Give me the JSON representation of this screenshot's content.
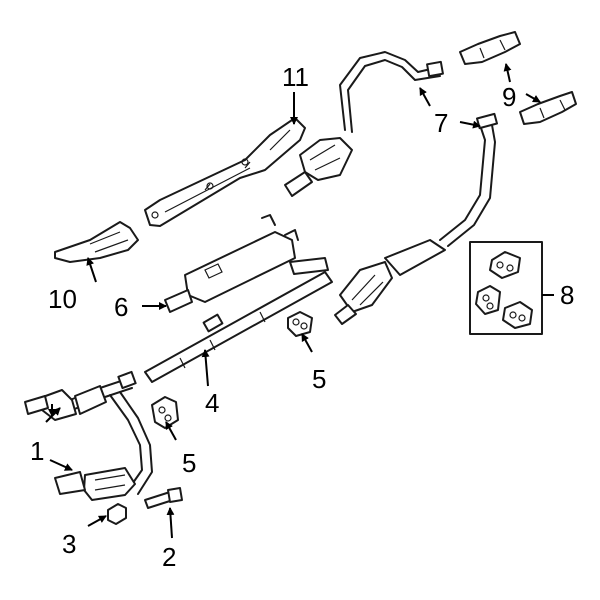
{
  "callouts": [
    "1",
    "2",
    "3",
    "4",
    "5",
    "5",
    "6",
    "7",
    "8",
    "9",
    "10",
    "11"
  ]
}
